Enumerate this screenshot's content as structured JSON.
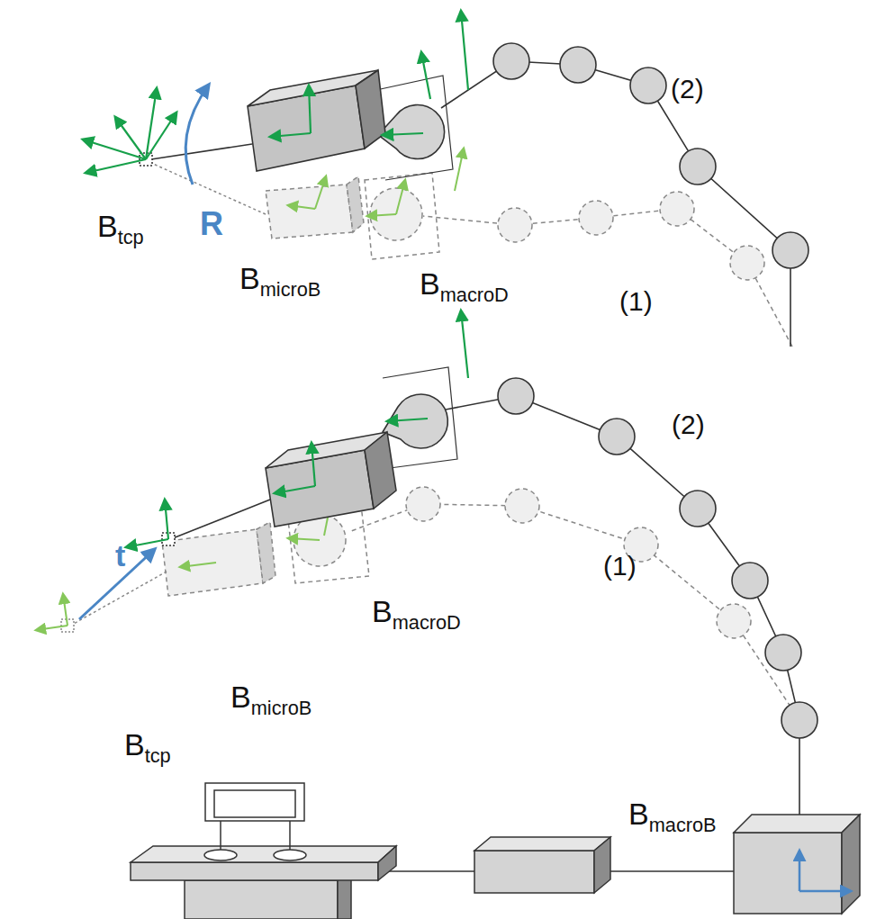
{
  "diagram": {
    "labels": [
      "(2)",
      "Btcp",
      "R",
      "BmicroB",
      "BmacroD",
      "(1)",
      "(2)",
      "(1)",
      "t",
      "BmacroD",
      "BmicroB",
      "Btcp",
      "BmacroB"
    ]
  }
}
